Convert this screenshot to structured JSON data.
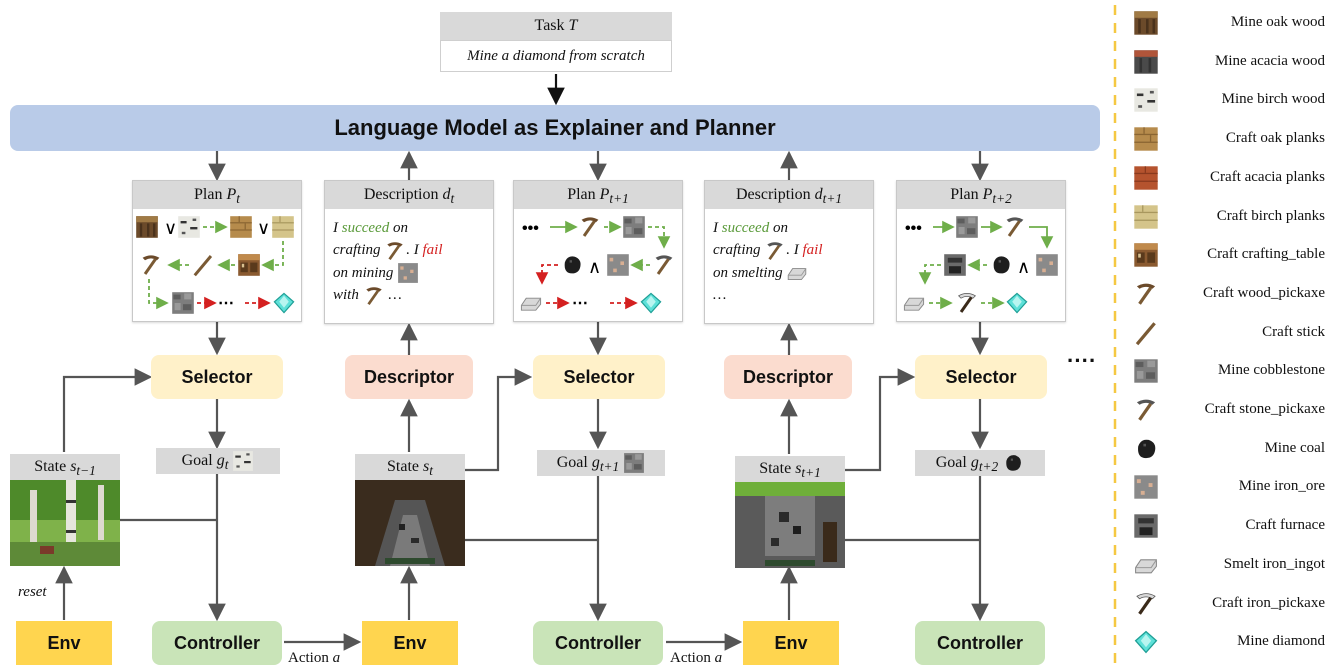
{
  "task": {
    "header": "Task",
    "var": "T",
    "text": "Mine a diamond from scratch"
  },
  "llm_title": "Language Model as Explainer and Planner",
  "plans": [
    {
      "header": "Plan",
      "var": "P",
      "sub": "t",
      "or1": "∨",
      "or2": "∨",
      "dots": "⋯"
    },
    {
      "header": "Plan",
      "var": "P",
      "sub": "t+1",
      "dots1": "•••",
      "and": "∧",
      "dots2": "⋯"
    },
    {
      "header": "Plan",
      "var": "P",
      "sub": "t+2",
      "dots1": "•••",
      "and": "∧"
    }
  ],
  "descriptions": [
    {
      "header": "Description",
      "var": "d",
      "sub": "t",
      "l1a": "I ",
      "l1b": "succeed",
      "l1c": " on",
      "l2": "crafting",
      "l2b": ". I ",
      "l2c": "fail",
      "l3": "on mining",
      "l4": "with",
      "l4b": " …"
    },
    {
      "header": "Description",
      "var": "d",
      "sub": "t+1",
      "l1a": "I ",
      "l1b": "succeed",
      "l1c": " on",
      "l2": "crafting",
      "l2b": ". I ",
      "l2c": "fail",
      "l3": "on smelting",
      "l4": "…"
    }
  ],
  "nodes": {
    "selector": "Selector",
    "descriptor": "Descriptor",
    "controller": "Controller",
    "env": "Env"
  },
  "states": [
    {
      "label": "State",
      "var": "s",
      "sub": "t−1"
    },
    {
      "label": "State",
      "var": "s",
      "sub": "t"
    },
    {
      "label": "State",
      "var": "s",
      "sub": "t+1"
    }
  ],
  "goals": [
    {
      "label": "Goal",
      "var": "g",
      "sub": "t"
    },
    {
      "label": "Goal",
      "var": "g",
      "sub": "t+1"
    },
    {
      "label": "Goal",
      "var": "g",
      "sub": "t+2"
    }
  ],
  "edge_labels": {
    "reset": "reset",
    "action": "Action",
    "action_var": "a",
    "ellipsis": "····"
  },
  "legend": [
    {
      "label": "Mine oak wood",
      "icon": "oak-log-icon"
    },
    {
      "label": "Mine acacia wood",
      "icon": "acacia-log-icon"
    },
    {
      "label": "Mine birch wood",
      "icon": "birch-log-icon"
    },
    {
      "label": "Craft oak planks",
      "icon": "oak-planks-icon"
    },
    {
      "label": "Craft acacia planks",
      "icon": "acacia-planks-icon"
    },
    {
      "label": "Craft birch planks",
      "icon": "birch-planks-icon"
    },
    {
      "label": "Craft crafting_table",
      "icon": "crafting-table-icon"
    },
    {
      "label": "Craft wood_pickaxe",
      "icon": "wood-pickaxe-icon"
    },
    {
      "label": "Craft stick",
      "icon": "stick-icon"
    },
    {
      "label": "Mine cobblestone",
      "icon": "cobblestone-icon"
    },
    {
      "label": "Craft stone_pickaxe",
      "icon": "stone-pickaxe-icon"
    },
    {
      "label": "Mine coal",
      "icon": "coal-icon"
    },
    {
      "label": "Mine iron_ore",
      "icon": "iron-ore-icon"
    },
    {
      "label": "Craft furnace",
      "icon": "furnace-icon"
    },
    {
      "label": "Smelt iron_ingot",
      "icon": "iron-ingot-icon"
    },
    {
      "label": "Craft iron_pickaxe",
      "icon": "iron-pickaxe-icon"
    },
    {
      "label": "Mine diamond",
      "icon": "diamond-icon"
    }
  ],
  "colors": {
    "llm": "#b9cbe8",
    "selector": "#fff1c9",
    "descriptor": "#fbdccf",
    "controller": "#c9e4b8",
    "env": "#ffd54f",
    "success": "#5a9a3a",
    "fail": "#d42020",
    "legend_divider": "#f5c842"
  }
}
